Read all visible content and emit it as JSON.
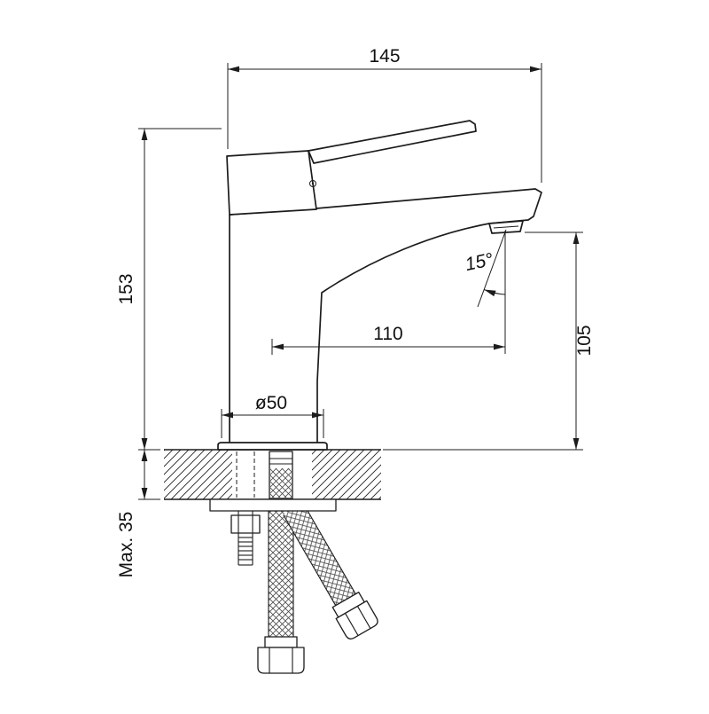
{
  "palette": {
    "ink": "#1c1c1c",
    "background": "#ffffff"
  },
  "labels": {
    "width": "145",
    "height": "153",
    "reach": "110",
    "outlet_height": "105",
    "base_diameter": "ø50",
    "stream_angle": "15°",
    "max_mounting_thickness": "Max. 35"
  }
}
